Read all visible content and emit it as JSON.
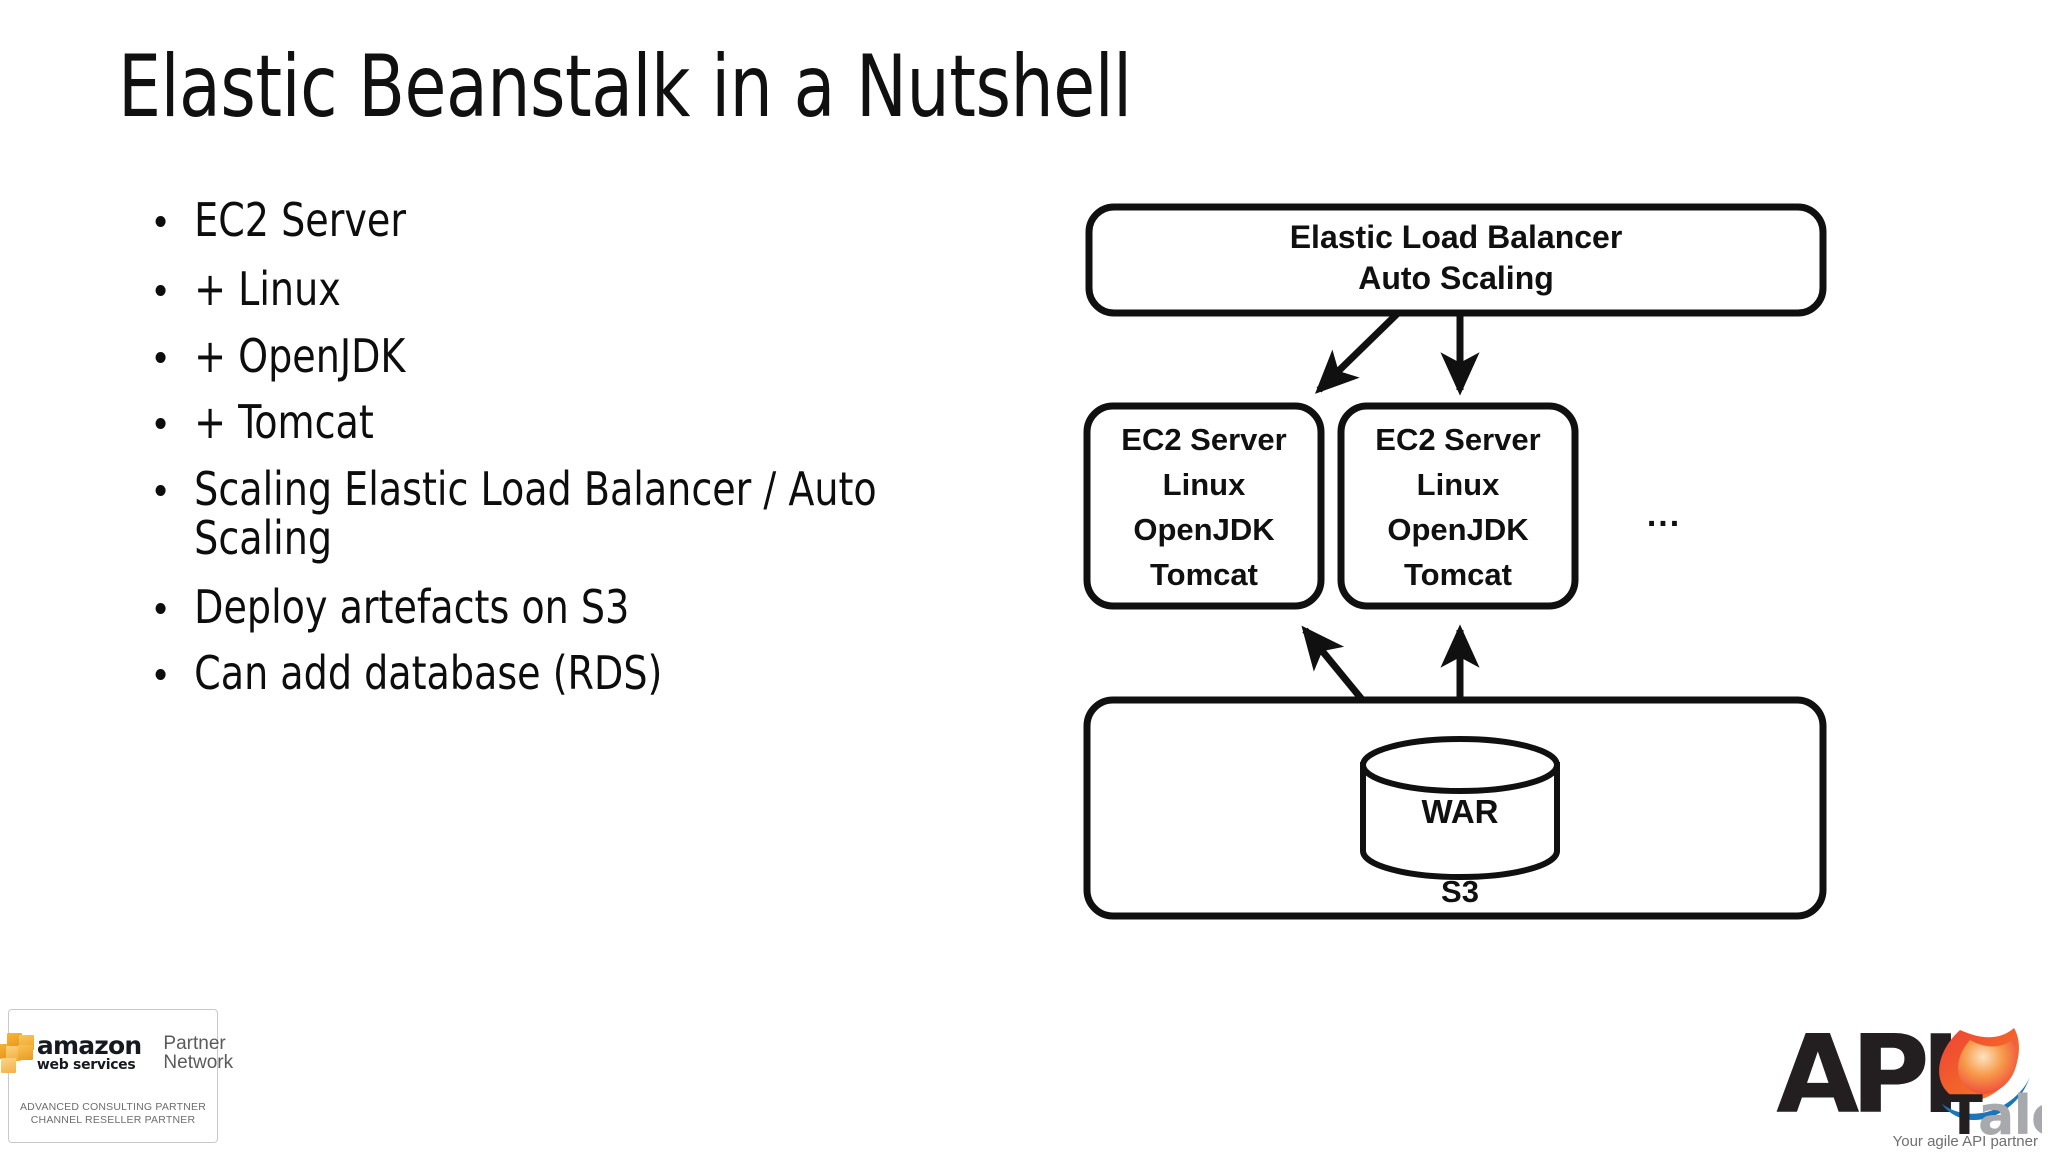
{
  "slide": {
    "title": "Elastic Beanstalk in a Nutshell",
    "background_color": "#ffffff",
    "text_color": "#0d0d0d"
  },
  "bullets": [
    {
      "text": "EC2 Server"
    },
    {
      "text": "+ Linux"
    },
    {
      "text": "+ OpenJDK"
    },
    {
      "text": "+ Tomcat"
    },
    {
      "text": "Scaling Elastic Load Balancer / Auto Scaling"
    },
    {
      "text": "Deploy artefacts on S3"
    },
    {
      "text": "Can add database (RDS)"
    }
  ],
  "diagram": {
    "load_balancer": {
      "line1": "Elastic Load Balancer",
      "line2": "Auto Scaling"
    },
    "servers": [
      {
        "line1": "EC2 Server",
        "line2": "Linux",
        "line3": "OpenJDK",
        "line4": "Tomcat"
      },
      {
        "line1": "EC2 Server",
        "line2": "Linux",
        "line3": "OpenJDK",
        "line4": "Tomcat"
      }
    ],
    "more_servers_indicator": "...",
    "storage": {
      "cylinder_label": "WAR",
      "service_label": "S3"
    },
    "stroke_color": "#101010"
  },
  "aws_badge": {
    "amazon": "amazon",
    "web_services": "web services",
    "partner": "Partner",
    "network": "Network",
    "line1": "ADVANCED CONSULTING PARTNER",
    "line2": "CHANNEL RESELLER PARTNER",
    "cube_color": "#f0a92b",
    "text_color": "#5a5a5a"
  },
  "api_logo": {
    "brand_api": "API",
    "brand_t": "T",
    "brand_alent": "alent",
    "tagline": "Your agile API partner",
    "dark_color": "#231f20",
    "grey_color": "#a7a9ac",
    "red_color": "#e8432b",
    "orange_color": "#f58220",
    "blue_color": "#1b75bb"
  }
}
